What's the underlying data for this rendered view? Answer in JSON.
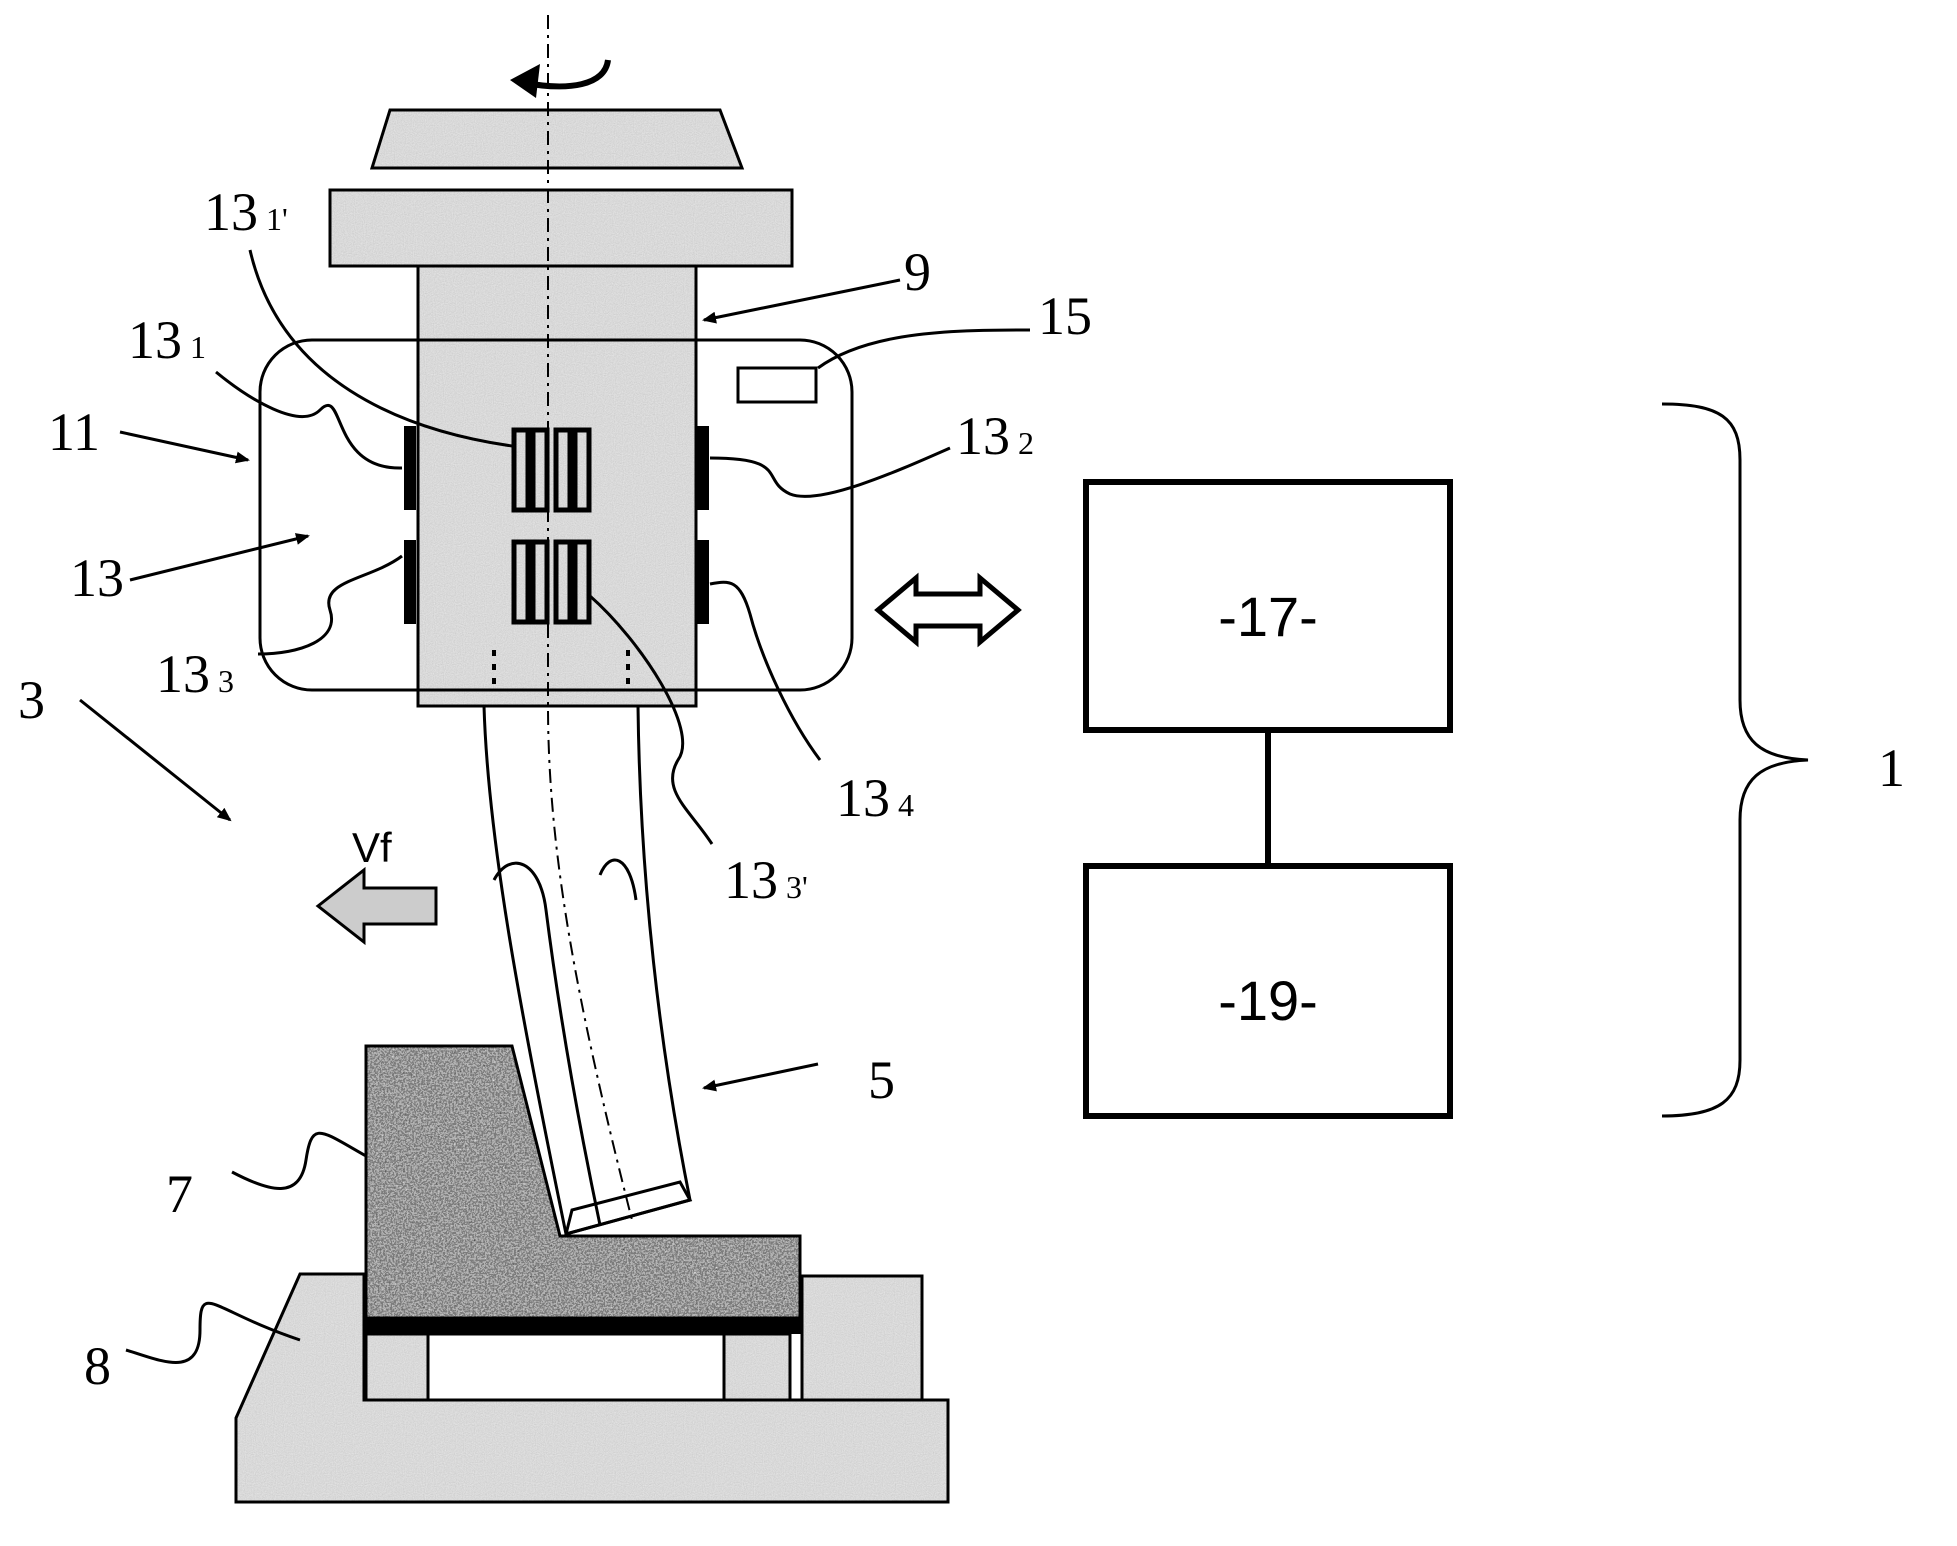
{
  "labels": {
    "device": "1",
    "machine": "3",
    "tool": "5",
    "workpiece": "7",
    "fixture": "8",
    "spindle": "9",
    "collar": "11",
    "sensors": "13",
    "transmitter": "15",
    "unit_a": "-17-",
    "unit_b": "-19-",
    "feed": "Vf"
  },
  "sensor_labels": [
    {
      "num": "13",
      "sub": "1'"
    },
    {
      "num": "13",
      "sub": "1"
    },
    {
      "num": "13",
      "sub": "2"
    },
    {
      "num": "13",
      "sub": "3"
    },
    {
      "num": "13",
      "sub": "4"
    },
    {
      "num": "13",
      "sub": "3'"
    }
  ],
  "colors": {
    "stroke": "#000000",
    "light_gray": "#bdbdbd",
    "dark_speckle": "#3a3a3a",
    "background": "#ffffff"
  }
}
